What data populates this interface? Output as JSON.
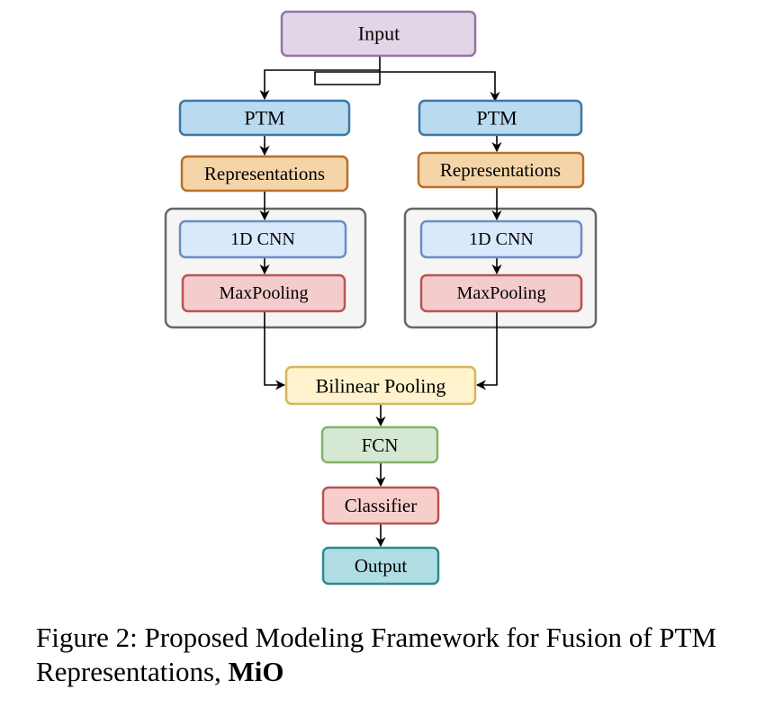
{
  "nodes": {
    "input": "Input",
    "ptm_left": "PTM",
    "ptm_right": "PTM",
    "repr_left": "Representations",
    "repr_right": "Representations",
    "cnn_left": "1D CNN",
    "cnn_right": "1D CNN",
    "maxpool_left": "MaxPooling",
    "maxpool_right": "MaxPooling",
    "bilinear": "Bilinear Pooling",
    "fcn": "FCN",
    "classifier": "Classifier",
    "output": "Output"
  },
  "caption": {
    "text": "Figure 2: Proposed Modeling Framework for Fusion of PTM Representations, ",
    "emphasis": "MiO"
  },
  "colors": {
    "input_fill": "#e1d5e7",
    "input_stroke": "#9673a6",
    "ptm_fill": "#b9daef",
    "ptm_stroke": "#3c78a8",
    "repr_fill": "#f5d5a8",
    "repr_stroke": "#b8702a",
    "cnn_fill": "#dae8fc",
    "cnn_stroke": "#6c8ebf",
    "pool_fill": "#f4cccc",
    "pool_stroke": "#b85450",
    "group_fill": "#f5f5f5",
    "group_stroke": "#666666",
    "bilinear_fill": "#fff2cc",
    "bilinear_stroke": "#d6b656",
    "fcn_fill": "#d5e8d4",
    "fcn_stroke": "#82b366",
    "classifier_fill": "#f8cecc",
    "classifier_stroke": "#b85450",
    "output_fill": "#b0dde4",
    "output_stroke": "#2e8a8f"
  }
}
